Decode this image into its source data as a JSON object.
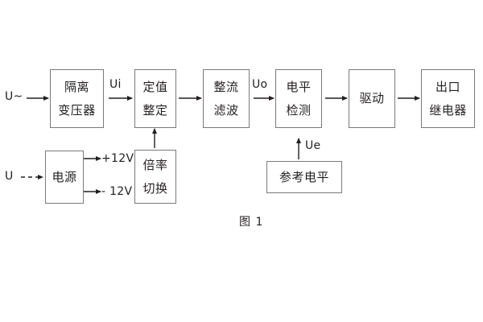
{
  "figure": {
    "caption": "图 1",
    "line_color": "#7a7a7a",
    "text_color": "#231f20",
    "background": "#ffffff"
  },
  "blocks": {
    "isolation_transformer": {
      "line1": "隔离",
      "line2": "变压器"
    },
    "setting_value": {
      "line1": "定值",
      "line2": "整定"
    },
    "rectify_filter": {
      "line1": "整流",
      "line2": "滤波"
    },
    "level_detect": {
      "line1": "电平",
      "line2": "检测"
    },
    "drive": {
      "line1": "驱动"
    },
    "output_relay": {
      "line1": "出口",
      "line2": "继电器"
    },
    "power_supply": {
      "line1": "电源"
    },
    "ratio_switch": {
      "line1": "倍率",
      "line2": "切换"
    },
    "reference_level": {
      "line1": "参考电平"
    }
  },
  "labels": {
    "input_ac": "U~",
    "input_dc": "U",
    "ui": "Ui",
    "uo": "Uo",
    "ue": "Ue",
    "plus12v": "+12V",
    "minus12v": "- 12V"
  }
}
